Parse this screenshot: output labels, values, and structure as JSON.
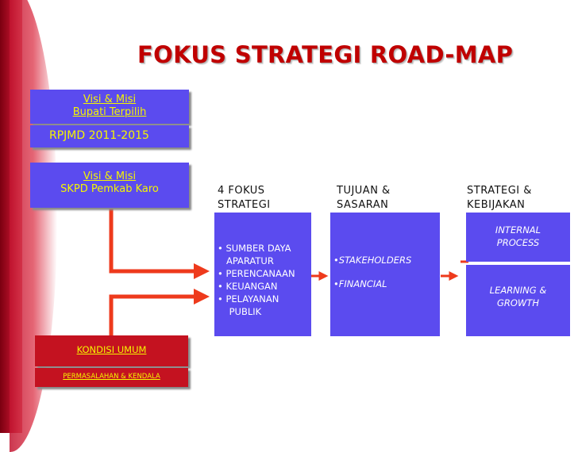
{
  "title": "FOKUS STRATEGI ROAD-MAP",
  "left": {
    "visi_bupati": [
      "Visi & Misi",
      "Bupati Terpilih"
    ],
    "rpjmd": "RPJMD 2011-2015",
    "visi_skpd": [
      "Visi & Misi",
      "SKPD Pemkab Karo"
    ],
    "kondisi_umum": "KONDISI UMUM",
    "permasalahan": "PERMASALAHAN & KENDALA"
  },
  "columns": {
    "fokus": {
      "heading": [
        "4 FOKUS",
        "STRATEGI"
      ],
      "items": [
        "• SUMBER DAYA",
        "   APARATUR",
        "• PERENCANAAN",
        "• KEUANGAN",
        "• PELAYANAN",
        "    PUBLIK"
      ]
    },
    "tujuan": {
      "heading": [
        "TUJUAN &",
        "SASARAN"
      ],
      "items": [
        "•STAKEHOLDERS",
        "•FINANCIAL"
      ]
    },
    "strategi": {
      "heading": [
        "STRATEGI &",
        "KEBIJAKAN"
      ],
      "internal": [
        "INTERNAL",
        "PROCESS"
      ],
      "learning": [
        "LEARNING &",
        "GROWTH"
      ]
    }
  },
  "colors": {
    "title": "#c00000",
    "box_blue": "#5b4bef",
    "box_red": "#c41220",
    "box_text": "#f4f500",
    "arrow": "#ee3a1c"
  }
}
